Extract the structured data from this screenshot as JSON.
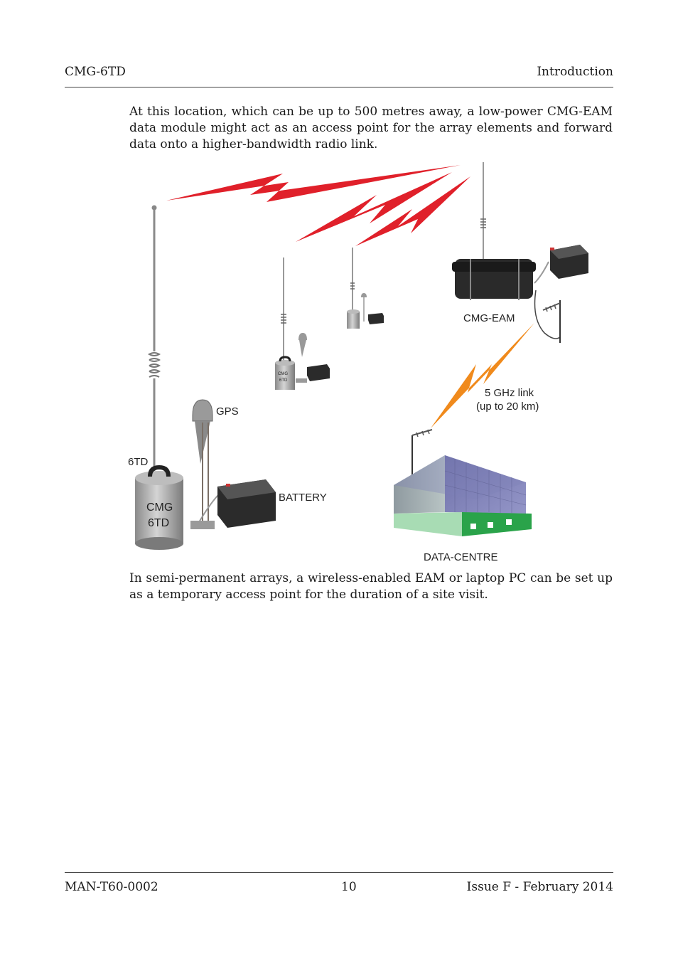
{
  "header": {
    "left": "CMG-6TD",
    "right": "Introduction"
  },
  "body": {
    "para1": "At this location, which can be up to 500 metres away, a low-power CMG-EAM data module might act as an access point for the array elements and forward data onto a higher-bandwidth radio link.",
    "para2": "In semi-permanent arrays, a wireless-enabled EAM or laptop PC can be set up as a temporary access point for the duration of a site visit."
  },
  "figure": {
    "labels": {
      "gps": "GPS",
      "sixtd": "6TD",
      "battery": "BATTERY",
      "cmg_eam": "CMG-EAM",
      "link_line1": "5 GHz link",
      "link_line2": "(up to 20 km)",
      "data_centre": "DATA-CENTRE",
      "drum_line1": "CMG",
      "drum_line2": "6TD"
    },
    "colors": {
      "radio_link": "#e0202a",
      "ghz_link": "#f08a1c",
      "building_side": "#2aa34a"
    }
  },
  "footer": {
    "left": "MAN-T60-0002",
    "page": "10",
    "right": "Issue F  - February 2014"
  }
}
